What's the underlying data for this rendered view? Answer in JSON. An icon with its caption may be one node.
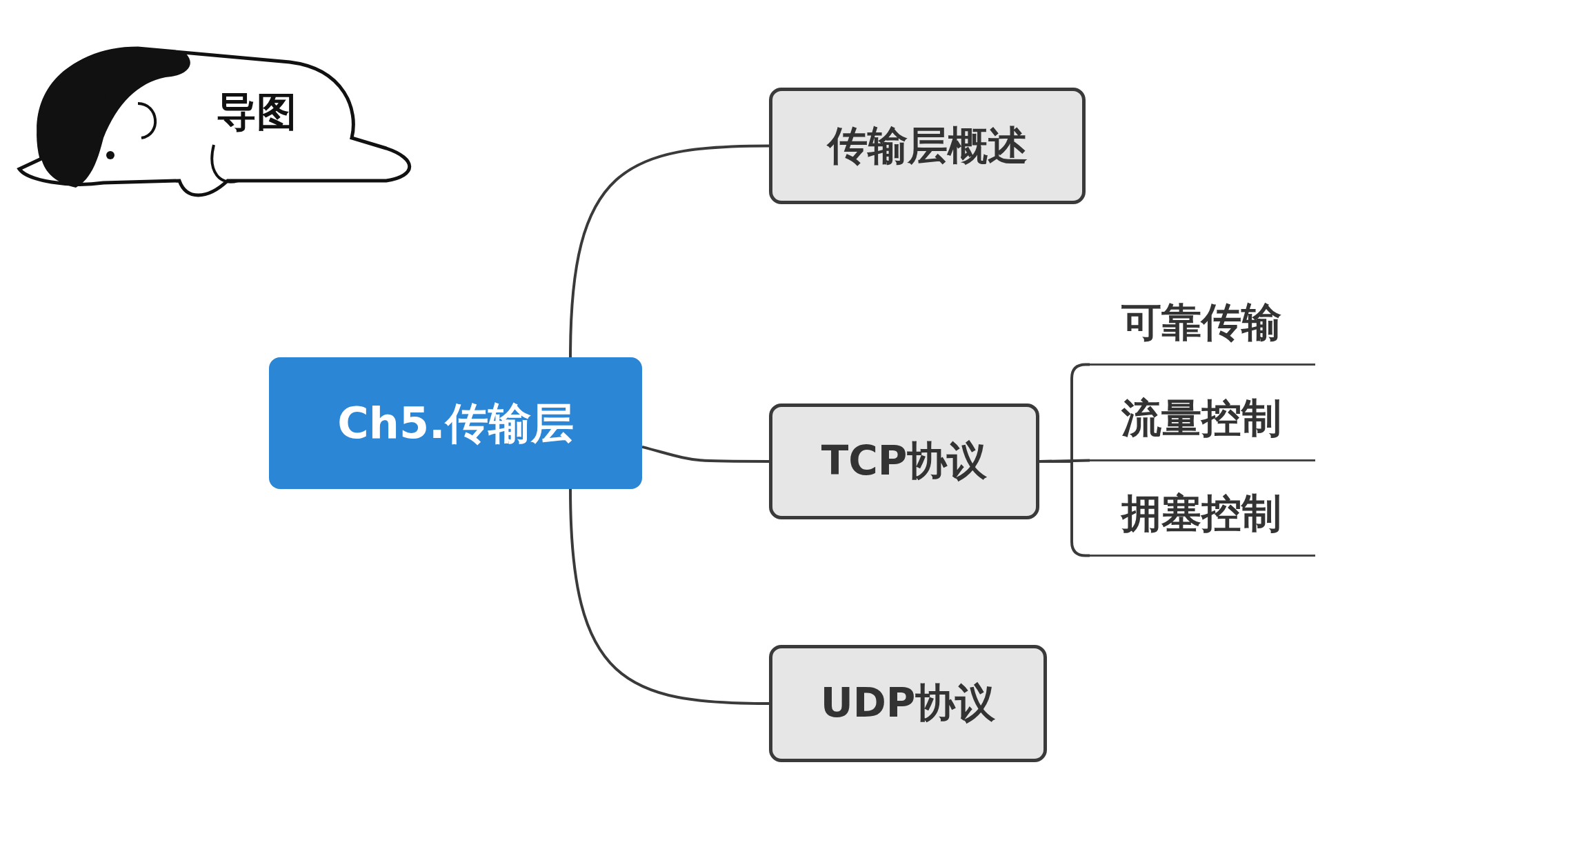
{
  "diagram": {
    "nodes": [
      {
        "text": [
          "Ch5.传输层"
        ]
      },
      {
        "text": [
          "传输层概述"
        ]
      },
      {
        "text": [
          "TCP协议"
        ]
      },
      {
        "text": [
          "UDP协议"
        ]
      },
      {
        "text": [
          "可靠传输"
        ]
      },
      {
        "text": [
          "流量控制"
        ]
      },
      {
        "text": [
          "拥塞控制"
        ]
      }
    ],
    "edges": [
      {
        "from": 0,
        "to": 1,
        "arrow": "none"
      },
      {
        "from": 0,
        "to": 2,
        "arrow": "none"
      },
      {
        "from": 0,
        "to": 3,
        "arrow": "none"
      },
      {
        "from": 2,
        "to": 4,
        "arrow": "none"
      },
      {
        "from": 2,
        "to": 5,
        "arrow": "none"
      },
      {
        "from": 2,
        "to": 6,
        "arrow": "none"
      }
    ],
    "labels": [
      "导图"
    ]
  }
}
